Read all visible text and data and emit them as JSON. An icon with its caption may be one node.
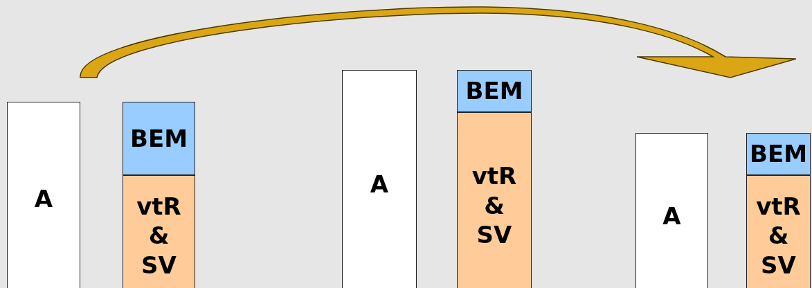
{
  "diagram": {
    "nodes": [
      {
        "text": [
          "A"
        ]
      },
      {
        "text": [
          "BEM"
        ]
      },
      {
        "text": [
          "vtR & SV"
        ]
      },
      {
        "text": [
          "A"
        ]
      },
      {
        "text": [
          "BEM"
        ]
      },
      {
        "text": [
          "vtR & SV"
        ]
      },
      {
        "text": [
          "A"
        ]
      },
      {
        "text": [
          "BEM"
        ]
      },
      {
        "text": [
          "vtR & SV"
        ]
      }
    ]
  }
}
